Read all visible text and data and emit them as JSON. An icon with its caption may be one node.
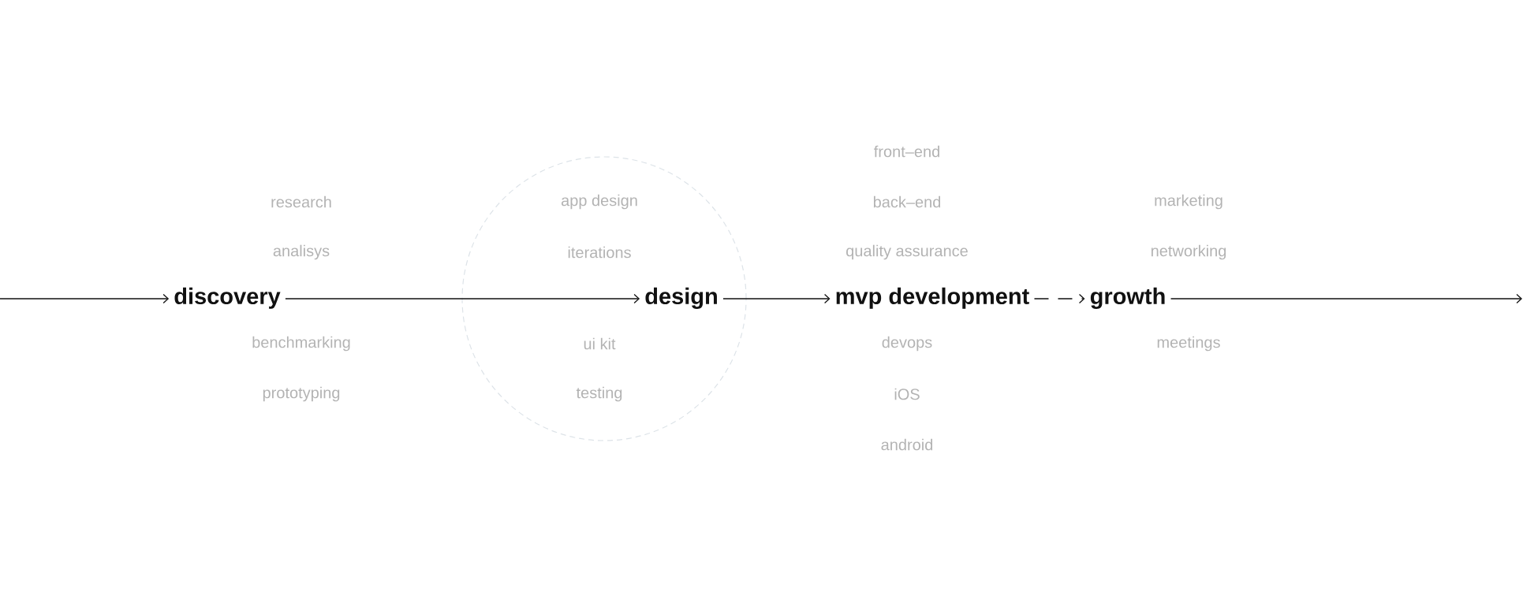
{
  "diagram": {
    "nodes": [
      {
        "text": [
          "discovery"
        ],
        "beside": [
          "research",
          "analisys",
          "benchmarking",
          "prototyping"
        ]
      },
      {
        "text": [
          "app design",
          "iterations",
          "ui kit",
          "testing"
        ]
      },
      {
        "text": [
          "design"
        ],
        "in": 1
      },
      {
        "text": [
          "mvp development"
        ],
        "beside": [
          "front–end",
          "back–end",
          "quality assurance",
          "devops",
          "iOS",
          "android"
        ]
      },
      {
        "text": [
          "growth"
        ],
        "beside": [
          "marketing",
          "networking",
          "meetings"
        ]
      }
    ],
    "edges": [
      {
        "from": null,
        "to": 0,
        "arrow": "to"
      },
      {
        "from": 0,
        "to": 2,
        "arrow": "to"
      },
      {
        "from": 2,
        "to": 3,
        "arrow": "to"
      },
      {
        "from": 3,
        "to": 4,
        "arrow": "to",
        "style": "dashed"
      },
      {
        "from": 4,
        "to": null,
        "arrow": "to"
      }
    ]
  }
}
